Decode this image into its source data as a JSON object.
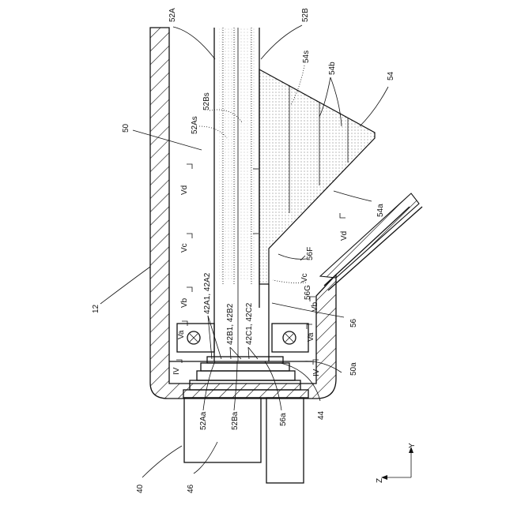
{
  "labels": {
    "ref_52A": "52A",
    "ref_52B": "52B",
    "ref_54s": "54s",
    "ref_54b": "54b",
    "ref_54": "54",
    "ref_52Bs": "52Bs",
    "ref_52As": "52As",
    "ref_50": "50",
    "ref_54a": "54a",
    "ref_56F": "56F",
    "ref_56G": "56G",
    "ref_56": "56",
    "ref_50a": "50a",
    "ref_44": "44",
    "ref_56a": "56a",
    "ref_52Ba": "52Ba",
    "ref_52Aa": "52Aa",
    "ref_46": "46",
    "ref_40": "40",
    "ref_12": "12",
    "ref_42A": "42A1, 42A2",
    "ref_42B": "42B1, 42B2",
    "ref_42C": "42C1, 42C2",
    "sec_Vd_left": "Vd",
    "sec_Vc_left": "Vc",
    "sec_Vb_left": "Vb",
    "sec_Va_left": "Va",
    "sec_IV_left": "IV",
    "sec_Vd_right": "Vd",
    "sec_Vc_right": "Vc",
    "sec_Vb_right": "Vb",
    "sec_Va_right": "Va",
    "sec_IV_right": "IV",
    "axis_Z": "Z",
    "axis_Y": "Y"
  },
  "icons": {
    "screw_left": "cross-screw-icon",
    "screw_right": "cross-screw-icon"
  }
}
